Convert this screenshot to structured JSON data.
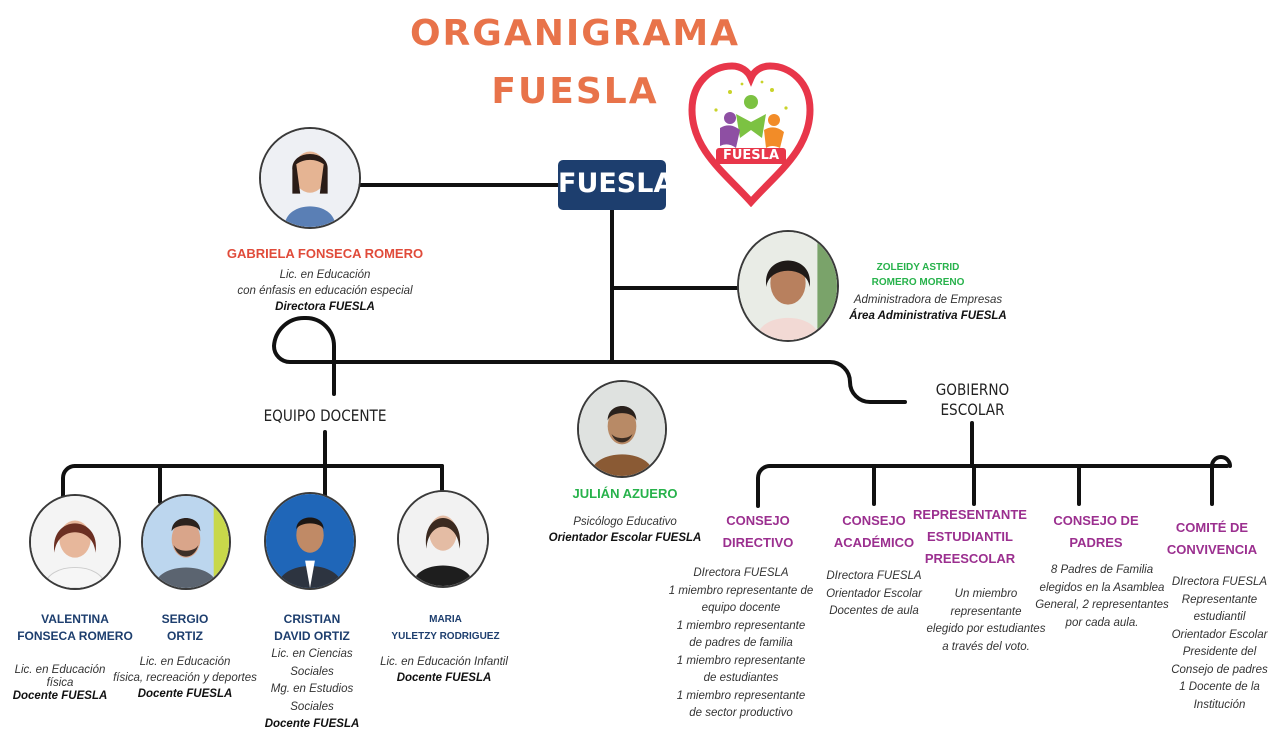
{
  "title": {
    "line1": "ORGANIGRAMA",
    "line2": "FUESLA"
  },
  "logo": {
    "text": "FUESLA"
  },
  "root": {
    "label": "FUESLA"
  },
  "directora": {
    "name": "GABRIELA FONSECA ROMERO",
    "lines": [
      "Lic. en Educación",
      "con énfasis en educación especial"
    ],
    "role": "Directora FUESLA"
  },
  "administrativa": {
    "name": [
      "ZOLEIDY ASTRID",
      "ROMERO MORENO"
    ],
    "lines": [
      "Administradora de Empresas"
    ],
    "role": "Área Administrativa FUESLA"
  },
  "orientador": {
    "name": "JULIÁN AZUERO",
    "lines": [
      "Psicólogo Educativo"
    ],
    "role": "Orientador Escolar FUESLA"
  },
  "equipo_docente": {
    "label": "EQUIPO DOCENTE",
    "members": [
      {
        "name": [
          "VALENTINA",
          "FONSECA ROMERO"
        ],
        "lines": [
          "Lic. en Educación",
          "física"
        ],
        "role": "Docente FUESLA"
      },
      {
        "name": [
          "SERGIO",
          "ORTIZ"
        ],
        "lines": [
          "Lic. en Educación",
          "física, recreación y deportes"
        ],
        "role": "Docente FUESLA"
      },
      {
        "name": [
          "CRISTIAN",
          "DAVID ORTIZ"
        ],
        "lines": [
          "Lic. en Ciencias",
          "Sociales",
          "Mg. en Estudios",
          "Sociales"
        ],
        "role": "Docente FUESLA"
      },
      {
        "name": [
          "MARIA",
          "YULETZY RODRIGUEZ"
        ],
        "lines": [
          "Lic. en Educación Infantil"
        ],
        "role": "Docente FUESLA"
      }
    ]
  },
  "gobierno_escolar": {
    "label": [
      "GOBIERNO",
      "ESCOLAR"
    ],
    "bodies": [
      {
        "name": [
          "CONSEJO",
          "DIRECTIVO"
        ],
        "lines": [
          "DIrectora FUESLA",
          "1 miembro representante de",
          "equipo docente",
          "1 miembro representante",
          "de padres de familia",
          "1 miembro representante",
          "de estudiantes",
          "1 miembro representante",
          "de sector productivo"
        ]
      },
      {
        "name": [
          "CONSEJO",
          "ACADÉMICO"
        ],
        "lines": [
          "DIrectora FUESLA",
          "Orientador Escolar",
          "Docentes de aula"
        ]
      },
      {
        "name": [
          "REPRESENTANTE",
          "ESTUDIANTIL",
          "PREESCOLAR"
        ],
        "lines": [
          "Un miembro",
          "representante",
          "elegido por estudiantes",
          "a través del voto."
        ]
      },
      {
        "name": [
          "CONSEJO DE",
          "PADRES"
        ],
        "lines": [
          "8 Padres de Familia",
          "elegidos en la Asamblea",
          "General, 2 representantes",
          "por cada aula."
        ]
      },
      {
        "name": [
          "COMITÉ DE",
          "CONVIVENCIA"
        ],
        "lines": [
          "DIrectora FUESLA",
          "Representante",
          "estudiantil",
          "Orientador Escolar",
          "Presidente del",
          "Consejo de padres",
          "1 Docente de la",
          "Institución"
        ]
      }
    ]
  },
  "colors": {
    "title": "#e8734a",
    "root_box": "#1d3e6e",
    "directora": "#e04b3a",
    "docentes": "#1d3e6e",
    "admin": "#27b24b",
    "gobierno": "#9b2f8f",
    "heart": "#e8364a"
  }
}
